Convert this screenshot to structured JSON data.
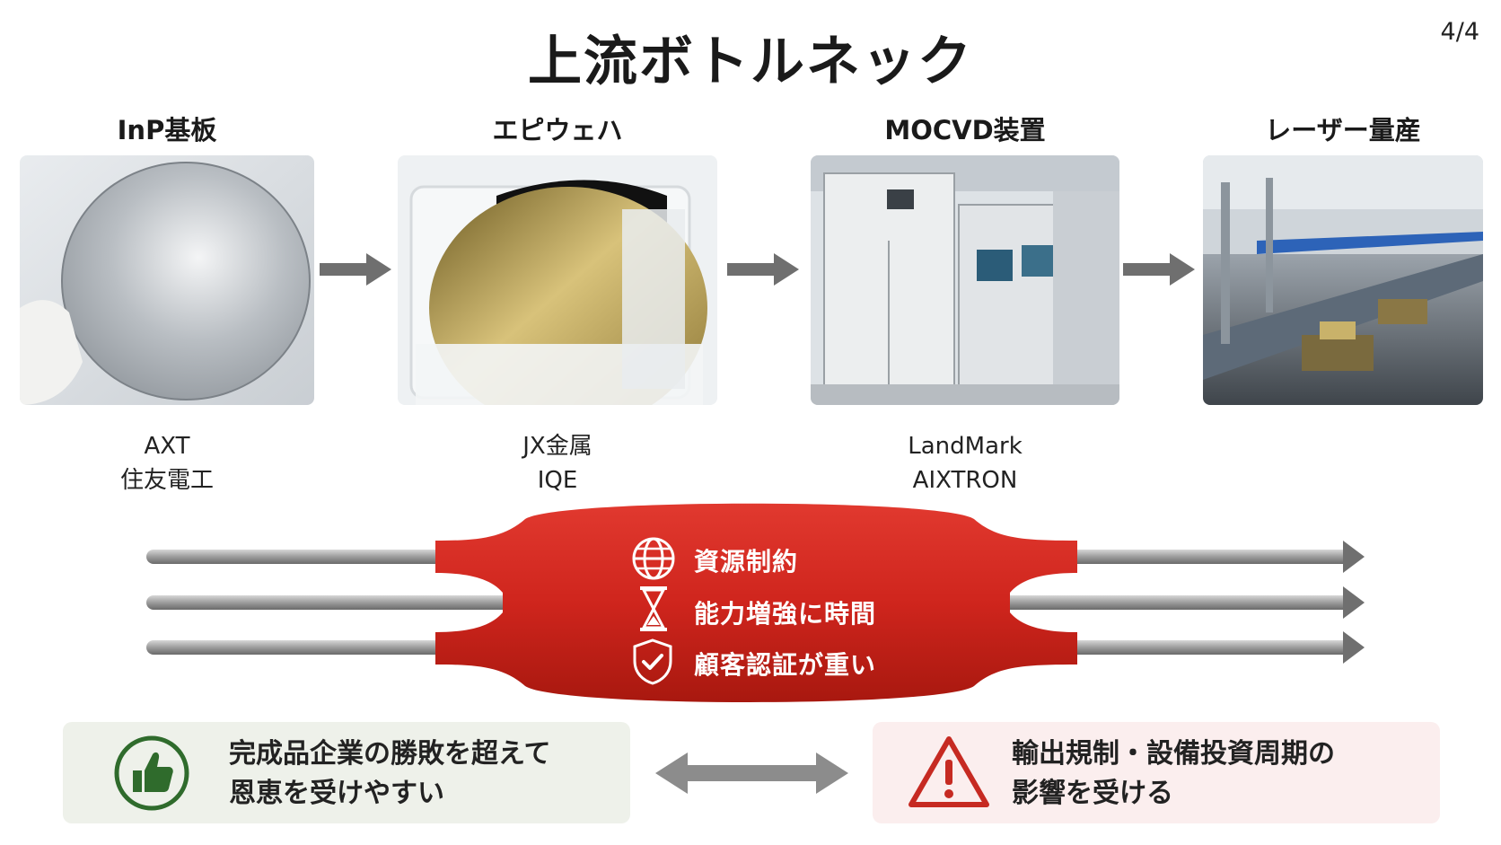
{
  "slide": {
    "title": "上流ボトルネック",
    "page": "4/4"
  },
  "stages": [
    {
      "title": "InP基板",
      "image": "indium-phosphide-wafer-in-gloved-hand",
      "companies": [
        "AXT",
        "住友電工"
      ]
    },
    {
      "title": "エピウェハ",
      "image": "epitaxial-wafers-in-carrier-cassette",
      "companies": [
        "JX金属",
        "IQE"
      ]
    },
    {
      "title": "MOCVD装置",
      "image": "mocvd-reactor-equipment-in-cleanroom",
      "companies": [
        "LandMark",
        "AIXTRON"
      ]
    },
    {
      "title": "レーザー量産",
      "image": "laser-mass-production-assembly-line",
      "companies": []
    }
  ],
  "bottleneck": {
    "items": [
      {
        "icon": "globe-icon",
        "label": "資源制約"
      },
      {
        "icon": "hourglass-icon",
        "label": "能力増強に時間"
      },
      {
        "icon": "shield-check-icon",
        "label": "顧客認証が重い"
      }
    ]
  },
  "outcomes": {
    "positive": {
      "icon": "thumbs-up-icon",
      "line1": "完成品企業の勝敗を超えて",
      "line2": "恩恵を受けやすい"
    },
    "negative": {
      "icon": "warning-icon",
      "line1": "輸出規制・設備投資周期の",
      "line2": "影響を受ける"
    }
  },
  "colors": {
    "bottleneck_red": "#d42a22",
    "positive_bg": "#eef1ea",
    "positive_icon": "#2f6b2c",
    "negative_bg": "#fbeeee",
    "negative_icon": "#c62a22",
    "arrow_gray": "#6f6f6f"
  }
}
